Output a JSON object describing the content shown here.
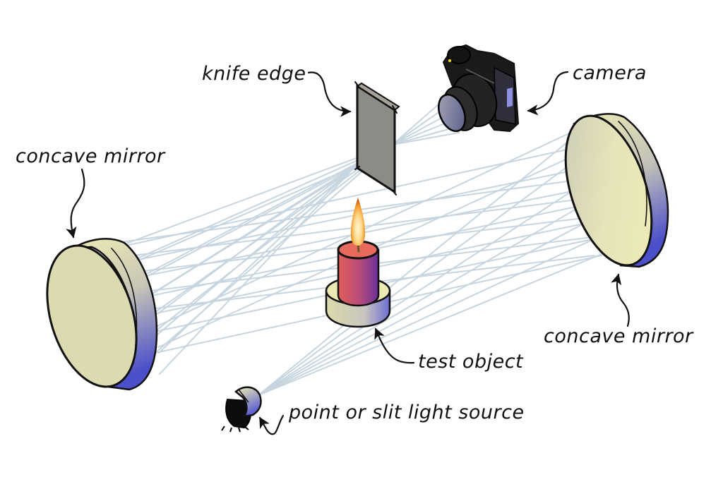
{
  "diagram": {
    "type": "z-type schlieren optical setup",
    "labels": {
      "knife_edge": "knife edge",
      "camera": "camera",
      "mirror_left": "concave mirror",
      "mirror_right": "concave mirror",
      "test_object": "test object",
      "light_source": "point or slit light source"
    },
    "components": [
      {
        "id": "light_source",
        "name": "point or slit light source"
      },
      {
        "id": "mirror_left",
        "name": "concave mirror"
      },
      {
        "id": "test_object",
        "name": "test object (lit candle)"
      },
      {
        "id": "mirror_right",
        "name": "concave mirror"
      },
      {
        "id": "knife_edge",
        "name": "knife edge"
      },
      {
        "id": "camera",
        "name": "camera"
      }
    ],
    "light_path": [
      "light_source",
      "mirror_right",
      "test_object",
      "mirror_left",
      "knife_edge",
      "camera"
    ],
    "colors": {
      "background": "#ffffff",
      "ray": "#c6d5df",
      "mirror_face": "#e8e6b8",
      "mirror_rim_top": "#ece9b4",
      "mirror_rim_bottom": "#4b4fc9",
      "candle_left": "#e2605a",
      "candle_right": "#6b2f9a",
      "candle_top": "#e86a5e",
      "candle_base": "#ece8b2",
      "flame_outer": "#f6a033",
      "flame_inner": "#fff6d8",
      "knife_plate": "#8c8b86",
      "camera_body": "#1a1a1a",
      "ink": "#111111"
    }
  }
}
